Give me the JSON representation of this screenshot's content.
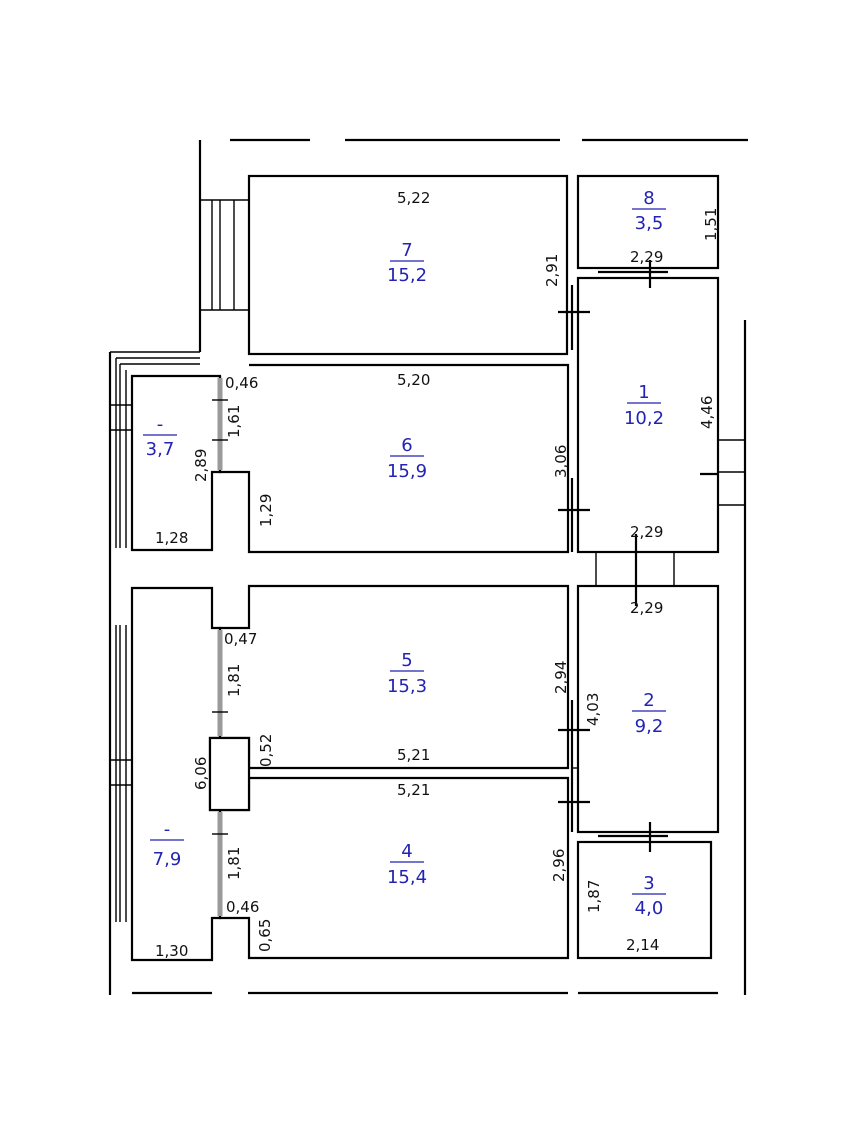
{
  "rooms": [
    {
      "number": "7",
      "area": "15,2"
    },
    {
      "number": "8",
      "area": "3,5"
    },
    {
      "number": "-",
      "area": "3,7"
    },
    {
      "number": "6",
      "area": "15,9"
    },
    {
      "number": "1",
      "area": "10,2"
    },
    {
      "number": "5",
      "area": "15,3"
    },
    {
      "number": "2",
      "area": "9,2"
    },
    {
      "number": "-",
      "area": "7,9"
    },
    {
      "number": "4",
      "area": "15,4"
    },
    {
      "number": "3",
      "area": "4,0"
    }
  ],
  "dimensions": {
    "r7_width": "5,22",
    "r7_height": "2,91",
    "r8_width": "2,29",
    "r8_height": "1,51",
    "r6_width": "5,20",
    "r6_height": "3,06",
    "r6_niche_top": "0,46",
    "r6_wall_upper": "1,61",
    "r6_wall_lower": "1,29",
    "hall_upper_height": "2,89",
    "hall_upper_width": "1,28",
    "r1_width_top": "2,29",
    "r1_width_bottom": "2,29",
    "r1_height": "4,46",
    "r2_width": "2,29",
    "r2_height": "4,03",
    "r5_niche_top": "0,47",
    "r5_wall": "1,81",
    "r5_width": "5,21",
    "r5_height": "2,94",
    "r5_niche_bottom": "0,52",
    "hall_lower_height": "6,06",
    "hall_lower_width": "1,30",
    "r4_width": "5,21",
    "r4_wall": "1,81",
    "r4_height": "2,96",
    "r4_niche_top": "0,46",
    "r4_niche_bottom": "0,65",
    "r3_height": "1,87",
    "r3_width": "2,14"
  }
}
